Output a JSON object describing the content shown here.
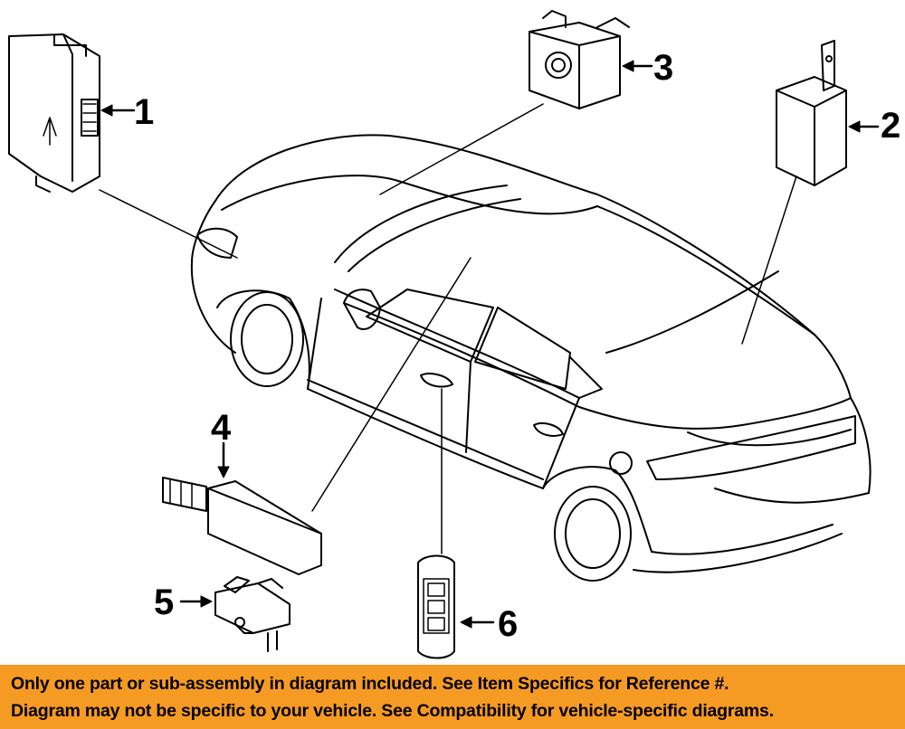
{
  "callouts": {
    "one": "1",
    "two": "2",
    "three": "3",
    "four": "4",
    "five": "5",
    "six": "6"
  },
  "banner": {
    "line1": "Only one part or sub-assembly in diagram included. See Item Specifics for Reference #.",
    "line2": "Diagram may not be specific to your vehicle. See Compatibility for vehicle-specific diagrams."
  },
  "colors": {
    "banner_background": "#f59a23",
    "line_art": "#000000",
    "background": "#ffffff"
  }
}
